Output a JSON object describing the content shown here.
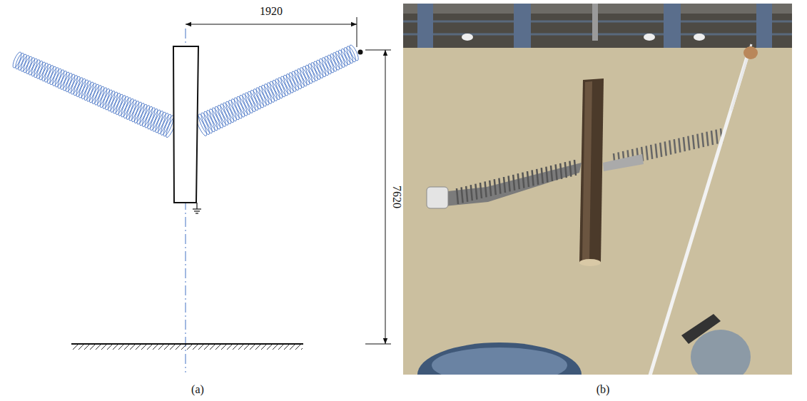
{
  "diagram": {
    "labels": [
      "1920",
      "7620",
      "(a)",
      "(b)"
    ]
  }
}
